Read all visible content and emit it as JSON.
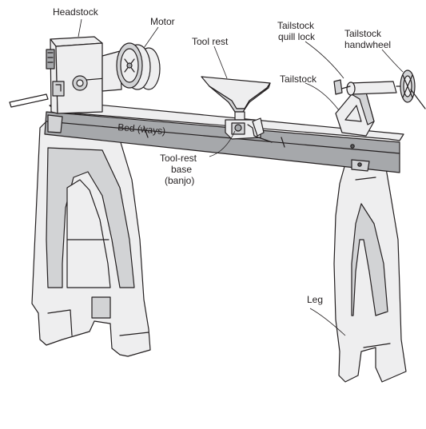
{
  "labels": {
    "headstock": "Headstock",
    "motor": "Motor",
    "tool_rest": "Tool rest",
    "quill_lock_line1": "Tailstock",
    "quill_lock_line2": "quill lock",
    "handwheel_line1": "Tailstock",
    "handwheel_line2": "handwheel",
    "tailstock": "Tailstock",
    "bed": "Bed (ways)",
    "banjo_line1": "Tool-rest",
    "banjo_line2": "base",
    "banjo_line3": "(banjo)",
    "leg": "Leg"
  },
  "colors": {
    "line": "#231f20",
    "casting": "#eeeeef",
    "bed": "#a6a8ab",
    "shade": "#d2d3d5"
  }
}
